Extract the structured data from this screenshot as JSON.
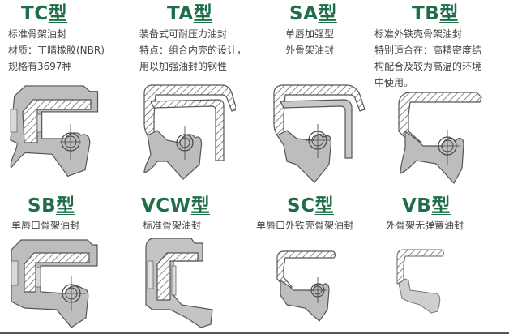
{
  "colors": {
    "title_green": "#1f6e4a",
    "rubber_gray": "#bdbdbd",
    "outline": "#555555",
    "text": "#444444",
    "bottom_bar": "#4d5a5f"
  },
  "seals": [
    {
      "code": "TC",
      "suffix": "型",
      "lines": [
        "标准骨架油封",
        "材质：丁晴橡胶(NBR)",
        "规格有3697种"
      ]
    },
    {
      "code": "TA",
      "suffix": "型",
      "lines": [
        "装备式可耐压力油封",
        "特点：组合内壳的设计，",
        "用以加强油封的钢性"
      ]
    },
    {
      "code": "SA",
      "suffix": "型",
      "lines": [
        "单唇加强型",
        "外骨架油封"
      ]
    },
    {
      "code": "TB",
      "suffix": "型",
      "lines": [
        "标准外铁壳骨架油封",
        "特别适合在：高精密度结",
        "构配合及较为高温的环境",
        "中使用。"
      ]
    },
    {
      "code": "SB",
      "suffix": "型",
      "lines": [
        "单唇口骨架油封"
      ]
    },
    {
      "code": "VCW",
      "suffix": "型",
      "lines": [
        "标准骨架油封"
      ]
    },
    {
      "code": "SC",
      "suffix": "型",
      "lines": [
        "单唇口外铁壳骨架油封"
      ]
    },
    {
      "code": "VB",
      "suffix": "型",
      "lines": [
        "外骨架无弹簧油封"
      ]
    }
  ]
}
